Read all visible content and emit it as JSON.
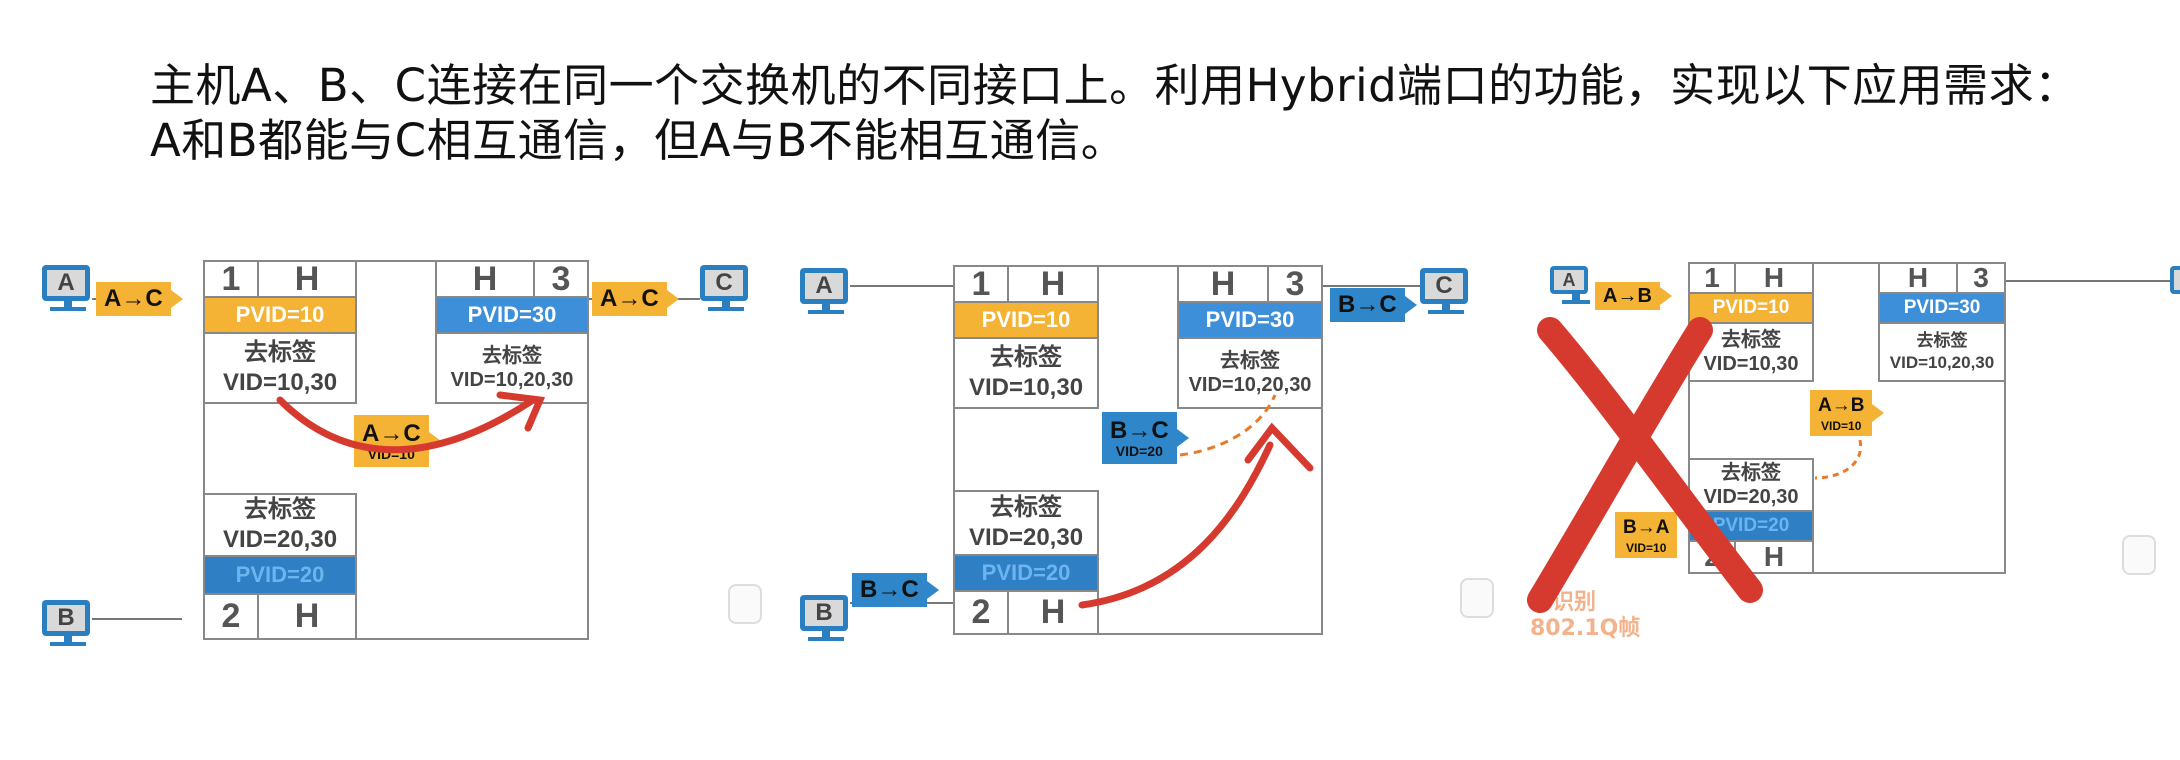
{
  "title": {
    "line1": "主机A、B、C连接在同一个交换机的不同接口上。利用Hybrid端口的功能，实现以下应用需求：",
    "line2": "A和B都能与C相互通信，但A与B不能相互通信。"
  },
  "hosts": {
    "a": "A",
    "b": "B",
    "c": "C"
  },
  "ports": {
    "p1": {
      "num": "1",
      "type": "H",
      "pvid": "PVID=10",
      "untag_title": "去标签",
      "untag_vid": "VID=10,30"
    },
    "p2": {
      "num": "2",
      "type": "H",
      "pvid": "PVID=20",
      "untag_title": "去标签",
      "untag_vid": "VID=20,30"
    },
    "p3": {
      "num": "3",
      "type": "H",
      "pvid": "PVID=30",
      "untag_title": "去标签",
      "untag_vid": "VID=10,20,30"
    }
  },
  "frames": {
    "a_to_c": "A→C",
    "b_to_c": "B→C",
    "a_to_b": "A→B",
    "b_to_a": "B→A",
    "vid10": "VID=10",
    "vid20": "VID=20"
  },
  "watermark": {
    "line1": "不识别",
    "line2": "802.1Q帧"
  },
  "colors": {
    "port_yellow": "#f5b335",
    "port_blue": "#3d8fd9",
    "red_stroke": "#d63a2f",
    "orange_dash": "#e87a2a"
  }
}
